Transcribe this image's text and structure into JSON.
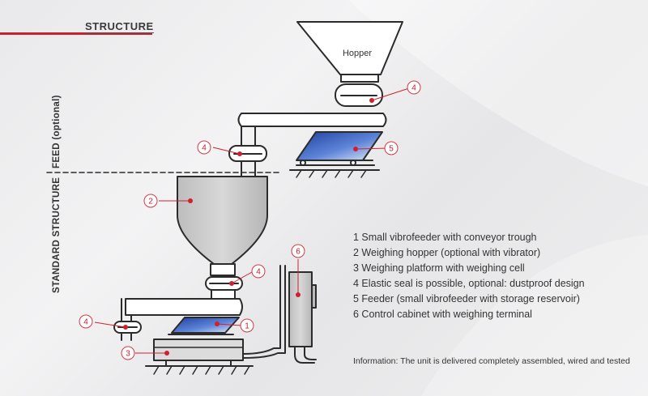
{
  "header": {
    "title": "STRUCTURE"
  },
  "side_labels": {
    "feed": "FEED (optional)",
    "standard": "STANDARD STRUCTURE"
  },
  "diagram": {
    "hopper_label": "Hopper",
    "markers": {
      "top_seal": "4",
      "top_feeder": "5",
      "mid_seal": "4",
      "weighing_hopper": "2",
      "lower_seal": "4",
      "left_seal": "4",
      "main_feeder": "1",
      "platform": "3",
      "cabinet": "6"
    }
  },
  "legend": {
    "items": [
      "1 Small vibrofeeder with conveyor trough",
      "2 Weighing hopper (optional with vibrator)",
      "3 Weighing platform with weighing cell",
      "4 Elastic seal is possible, optional: dustproof design",
      "5 Feeder (small vibrofeeder with storage reservoir)",
      "6 Control cabinet with weighing terminal"
    ]
  },
  "info": "Information: The unit is delivered completely assembled, wired and tested",
  "colors": {
    "accent": "#c8202f",
    "marker_dot": "#d0202e",
    "trough_blue": "#3b5fc4"
  }
}
